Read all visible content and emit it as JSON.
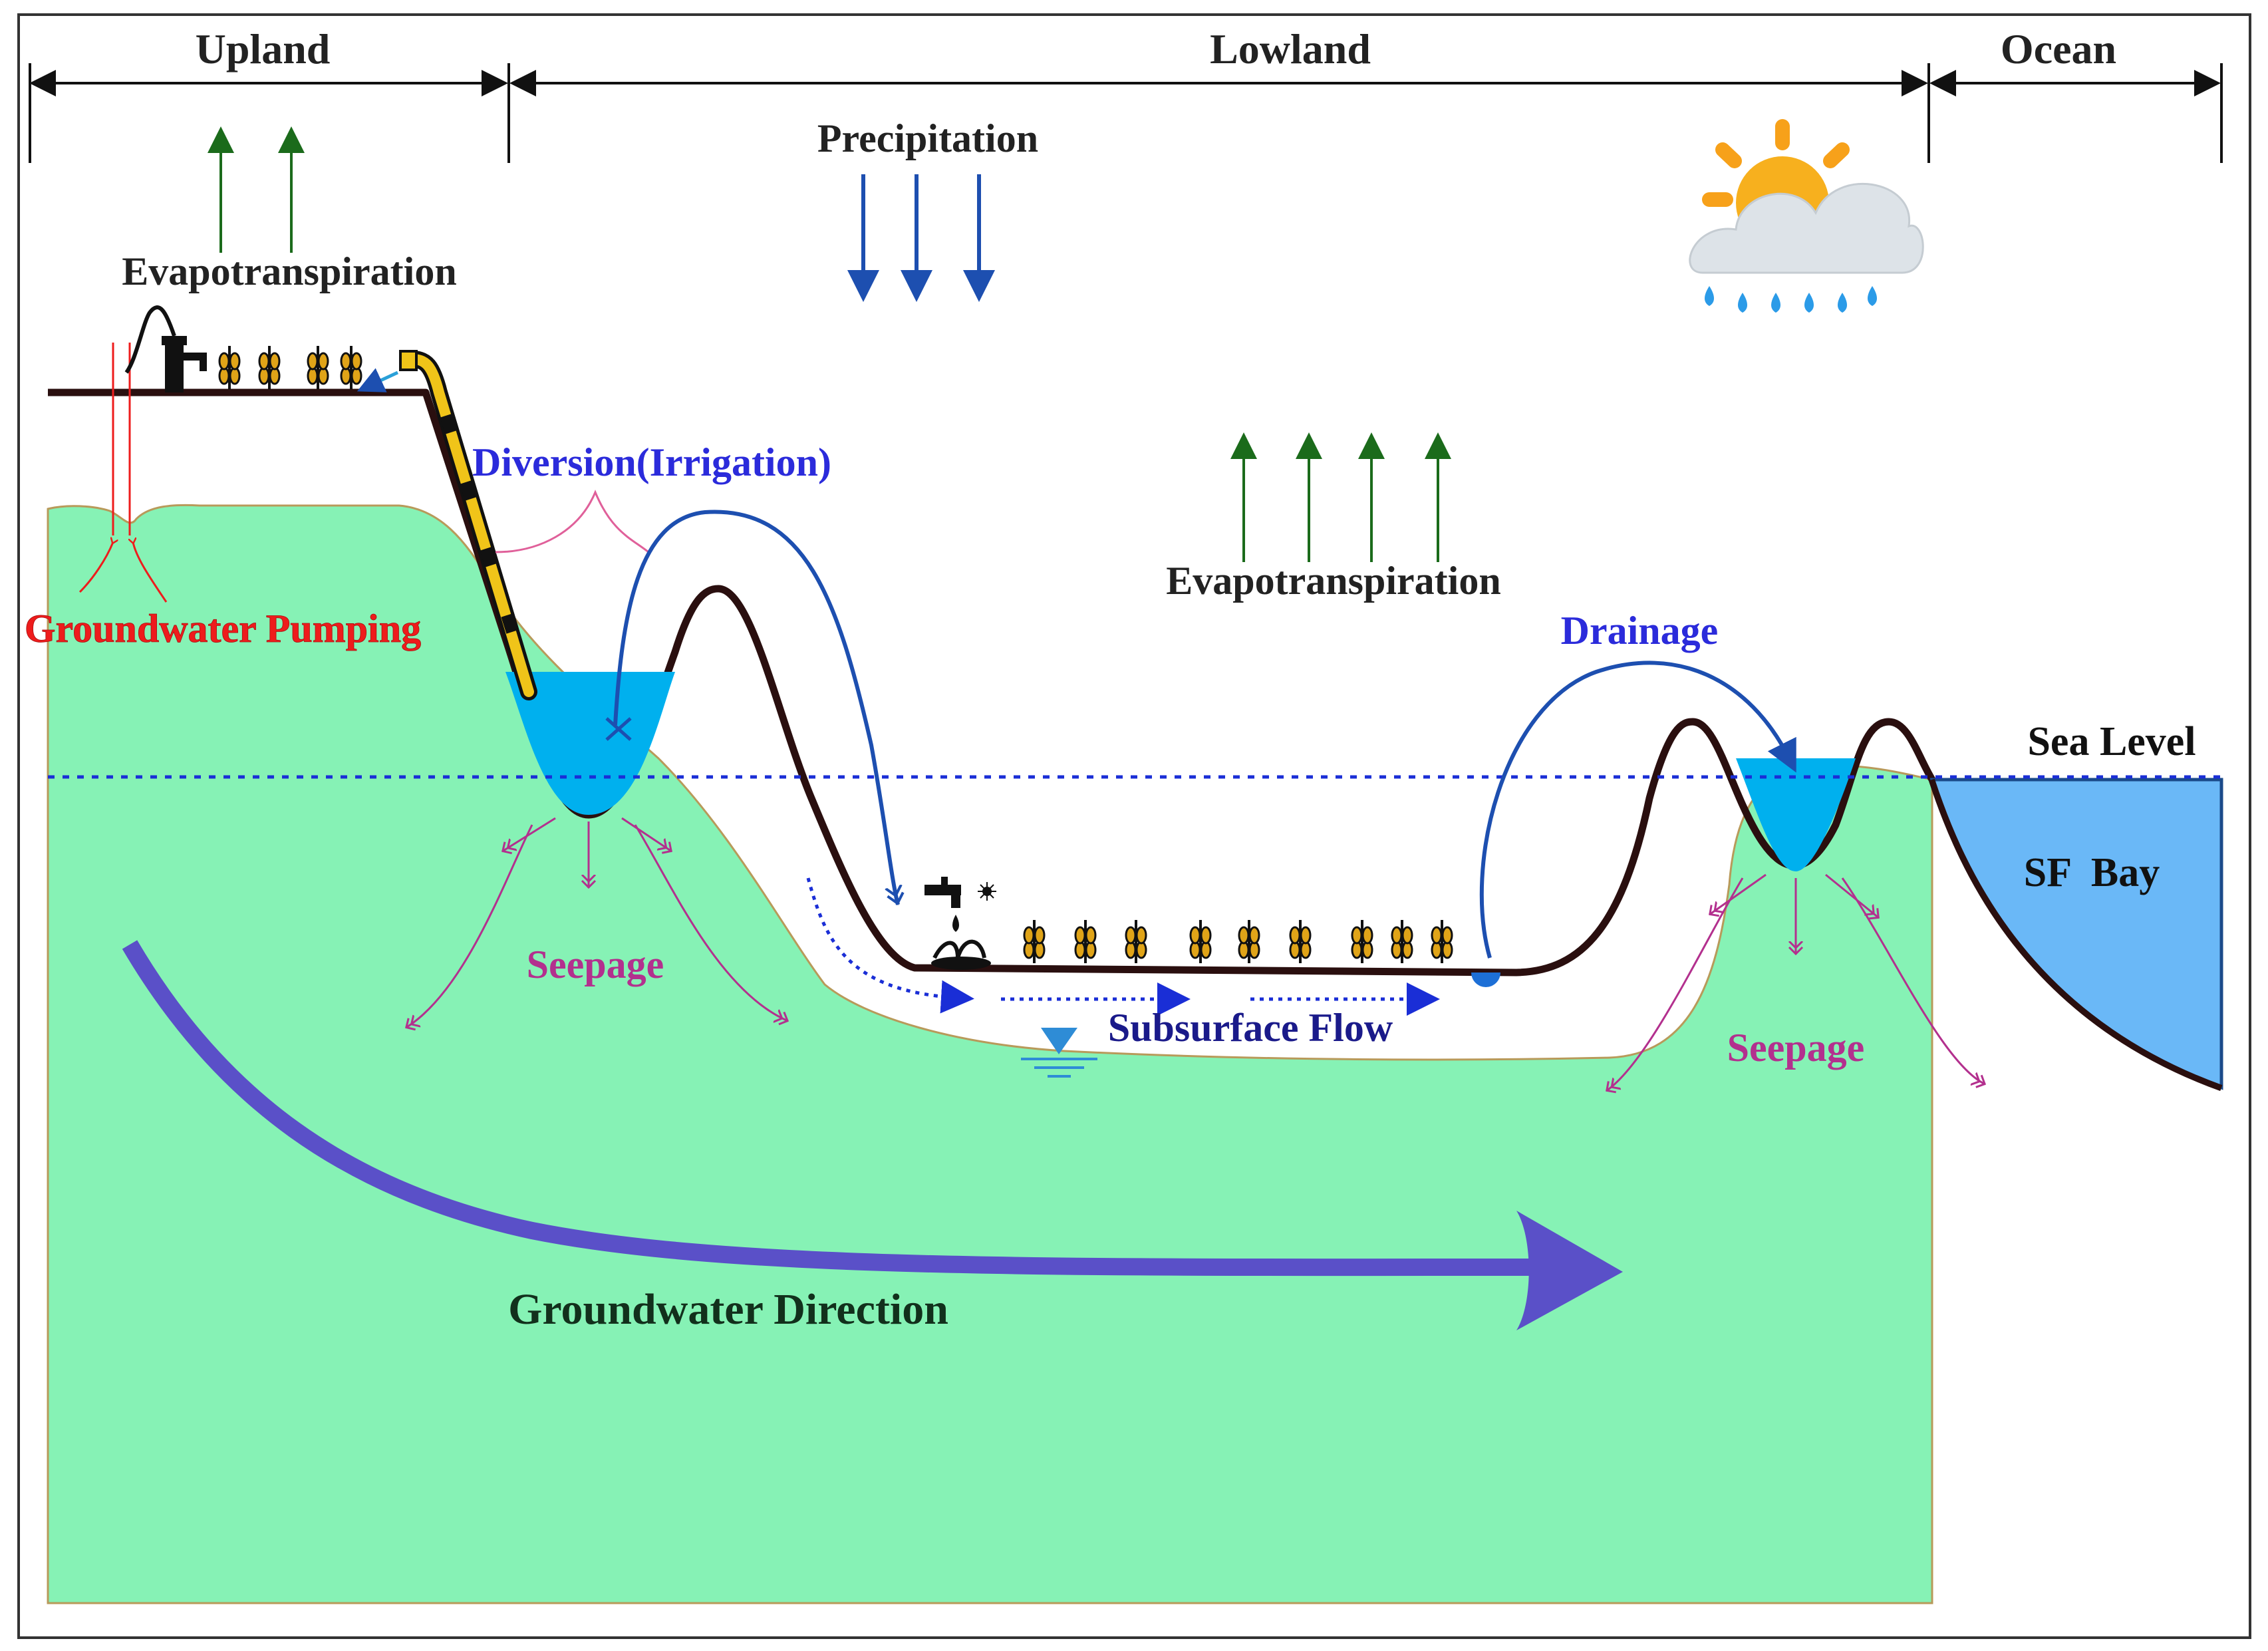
{
  "zones": {
    "upland": "Upland",
    "lowland": "Lowland",
    "ocean": "Ocean"
  },
  "labels": {
    "precipitation": "Precipitation",
    "evapotranspiration_upland": "Evapotranspiration",
    "evapotranspiration_lowland": "Evapotranspiration",
    "diversion": "Diversion(Irrigation)",
    "groundwater_pumping": "Groundwater Pumping",
    "drainage": "Drainage",
    "sea_level": "Sea Level",
    "sf_bay": "SF  Bay",
    "seepage_left": "Seepage",
    "seepage_right": "Seepage",
    "subsurface_flow": "Subsurface Flow",
    "groundwater_direction": "Groundwater Direction"
  },
  "colors": {
    "groundwater": "#86f2b5",
    "canal_water": "#00b0ee",
    "bay_water": "#6ab8f7",
    "surface_line": "#2a0f0f",
    "evapotranspiration_arrow": "#1b6b1b",
    "precipitation_arrow": "#1d4fb0",
    "diversion_text": "#2b2bdb",
    "pumping_text": "#ee1c1c",
    "seepage": "#b3308e",
    "groundwater_direction_arrow": "#5a50c8",
    "sea_level_line": "#1a2ed6"
  },
  "icons": {
    "weather": "sun-cloud-rain-icon",
    "hand_pump": "hand-pump-icon",
    "crops": "wheat-icon",
    "pipe": "irrigation-pipe-icon",
    "faucet": "faucet-icon",
    "water_table": "water-table-icon"
  }
}
